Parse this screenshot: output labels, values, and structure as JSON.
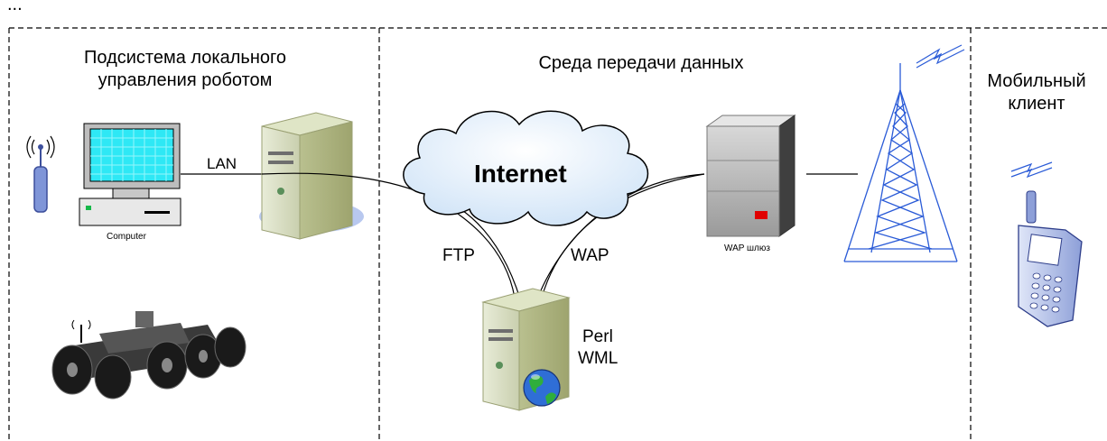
{
  "ellipsis": "...",
  "sections": {
    "local": {
      "title_line1": "Подсистема локального",
      "title_line2": "управления роботом"
    },
    "network": {
      "title": "Среда передачи данных"
    },
    "mobile": {
      "title_line1": "Мобильный",
      "title_line2": "клиент"
    }
  },
  "labels": {
    "lan": "LAN",
    "computer": "Computer",
    "internet": "Internet",
    "ftp": "FTP",
    "wap": "WAP",
    "wap_gateway": "WAP шлюз",
    "perl": "Perl",
    "wml": "WML"
  },
  "icons": {
    "antenna": "radio-antenna-icon",
    "computer": "desktop-computer-icon",
    "server": "server-tower-icon",
    "cloud": "internet-cloud-icon",
    "gateway": "gateway-server-icon",
    "tower": "radio-tower-icon",
    "phone": "mobile-phone-icon",
    "robot": "robot-vehicle-icon",
    "globe": "globe-icon"
  },
  "colors": {
    "screen": "#2ee8f5",
    "wire": "#000000",
    "tower": "#2a5bd7",
    "device": "#6a7fc8",
    "dashed": "#000000"
  }
}
